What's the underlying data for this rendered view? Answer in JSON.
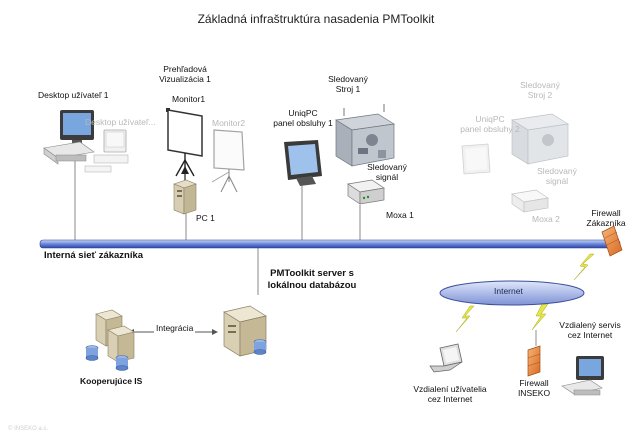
{
  "title": "Základná infraštruktúra nasadenia PMToolkit",
  "network_label": "Interná sieť zákazníka",
  "internet_label": "Internet",
  "labels": {
    "desktop1": "Desktop užívateľ 1",
    "desktop2": "Desktop užívateľ...",
    "visualization": [
      "Prehľadová",
      "Vizualizácia 1"
    ],
    "monitor1": "Monitor1",
    "monitor2": "Monitor2",
    "pc1": "PC 1",
    "uniqpc1": [
      "UniqPC",
      "panel obsluhy 1"
    ],
    "machine1": [
      "Sledovaný",
      "Stroj 1"
    ],
    "signal1": [
      "Sledovaný",
      "signál"
    ],
    "moxa1": "Moxa 1",
    "uniqpc2": [
      "UniqPC",
      "panel obsluhy 2"
    ],
    "machine2": [
      "Sledovaný",
      "Stroj 2"
    ],
    "signal2": [
      "Sledovaný",
      "signál"
    ],
    "moxa2": "Moxa 2",
    "firewall_customer": [
      "Firewall",
      "Zákazníka"
    ],
    "server": [
      "PMToolkit server s",
      "lokálnou databázou"
    ],
    "integration": "Integrácia",
    "cooperating": "Kooperujúce IS",
    "remote_users": [
      "Vzdialení užívatelia",
      "cez Internet"
    ],
    "remote_service": [
      "Vzdialený servis",
      "cez Internet"
    ],
    "firewall_inseko": [
      "Firewall",
      "INSEKO"
    ]
  },
  "footer": "© INSEKO a.s."
}
